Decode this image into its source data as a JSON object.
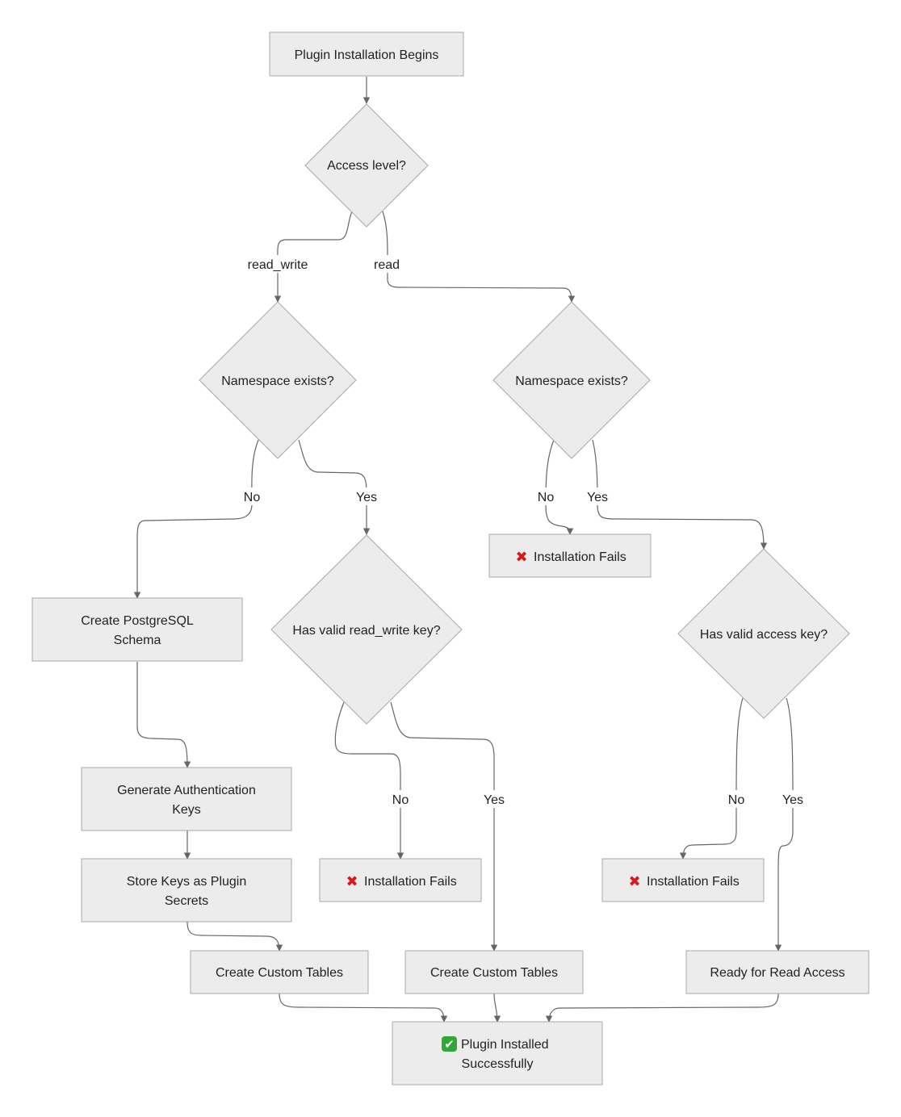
{
  "nodes": {
    "start": "Plugin Installation Begins",
    "access_level": "Access level?",
    "ns_exists_rw": "Namespace exists?",
    "ns_exists_read": "Namespace exists?",
    "create_schema_line1": "Create PostgreSQL",
    "create_schema_line2": "Schema",
    "gen_keys_line1": "Generate Authentication",
    "gen_keys_line2": "Keys",
    "store_keys_line1": "Store Keys as Plugin",
    "store_keys_line2": "Secrets",
    "tables_left": "Create Custom Tables",
    "has_rw_key": "Has valid read_write key?",
    "fail_rw": "Installation Fails",
    "tables_mid": "Create Custom Tables",
    "fail_read_ns": "Installation Fails",
    "has_access_key": "Has valid access key?",
    "fail_access": "Installation Fails",
    "ready_read": "Ready for Read Access",
    "success_line1": "Plugin Installed",
    "success_line2": "Successfully"
  },
  "edge_labels": {
    "read_write": "read_write",
    "read": "read",
    "rw_ns_no": "No",
    "rw_ns_yes": "Yes",
    "read_ns_no": "No",
    "read_ns_yes": "Yes",
    "rw_key_no": "No",
    "rw_key_yes": "Yes",
    "access_key_no": "No",
    "access_key_yes": "Yes"
  },
  "icons": {
    "fail": "cross-mark-icon",
    "success": "check-mark-button-icon"
  },
  "colors": {
    "node_fill": "#ececec",
    "node_stroke": "#a8a8a8",
    "edge": "#666666",
    "fail_icon": "#d7191c",
    "success_icon": "#2fa836"
  }
}
